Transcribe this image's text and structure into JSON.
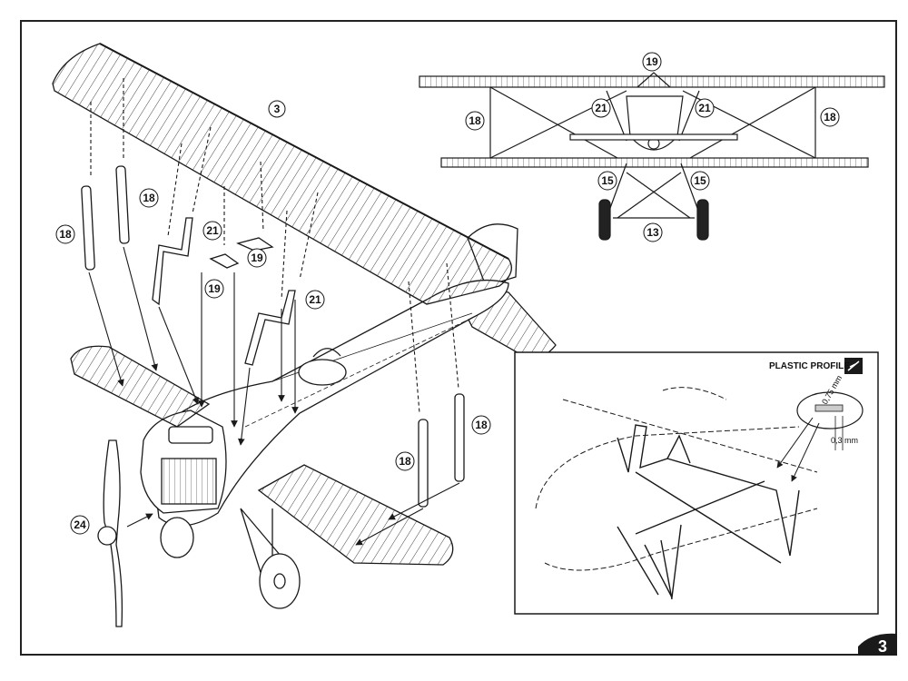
{
  "page_number": "3",
  "inset": {
    "title": "PLASTIC PROFILE",
    "dim_thickness": "0,75 mm",
    "dim_width": "0,3 mm"
  },
  "labels": {
    "top_wing": "3",
    "strut_outer_left": "18",
    "strut_outer_left_b": "18",
    "strut_outer_right_a": "18",
    "strut_outer_right_b": "18",
    "cabane_front": "19",
    "cabane_rear": "19",
    "cabane_n_a": "21",
    "cabane_n_b": "21",
    "propeller": "24",
    "front_top": "19",
    "front_outer_l": "18",
    "front_outer_r": "18",
    "front_cabane_l": "21",
    "front_cabane_r": "21",
    "front_gear_l": "15",
    "front_gear_r": "15",
    "front_axle": "13"
  },
  "colors": {
    "ink": "#1a1a1a",
    "paper": "#ffffff",
    "tone": "#d8d8d8"
  }
}
